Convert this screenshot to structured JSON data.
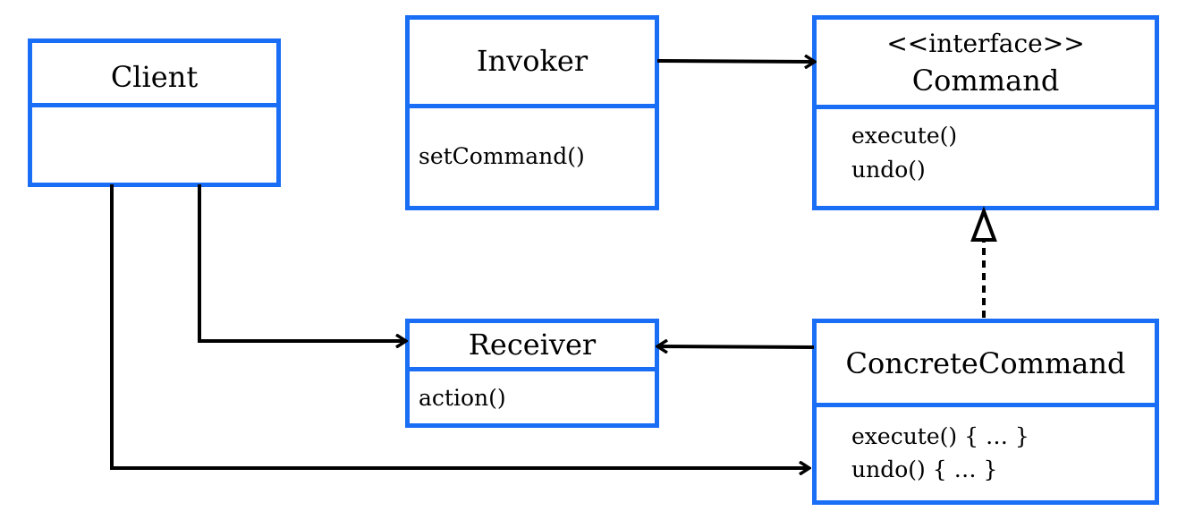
{
  "classes": {
    "client": {
      "name": "Client",
      "members": []
    },
    "invoker": {
      "name": "Invoker",
      "members": [
        "setCommand()"
      ]
    },
    "command": {
      "stereotype": "<<interface>>",
      "name": "Command",
      "members": [
        "execute()",
        "undo()"
      ]
    },
    "receiver": {
      "name": "Receiver",
      "members": [
        "action()"
      ]
    },
    "concrete_command": {
      "name": "ConcreteCommand",
      "members": [
        "execute() { … }",
        "undo() { … }"
      ]
    }
  },
  "relationships": [
    {
      "from": "Invoker",
      "to": "Command",
      "kind": "association"
    },
    {
      "from": "Client",
      "to": "Receiver",
      "kind": "association"
    },
    {
      "from": "Client",
      "to": "ConcreteCommand",
      "kind": "association"
    },
    {
      "from": "ConcreteCommand",
      "to": "Receiver",
      "kind": "association"
    },
    {
      "from": "ConcreteCommand",
      "to": "Command",
      "kind": "realization"
    }
  ],
  "colors": {
    "box_border": "#1a6ef5",
    "line": "#000000"
  }
}
